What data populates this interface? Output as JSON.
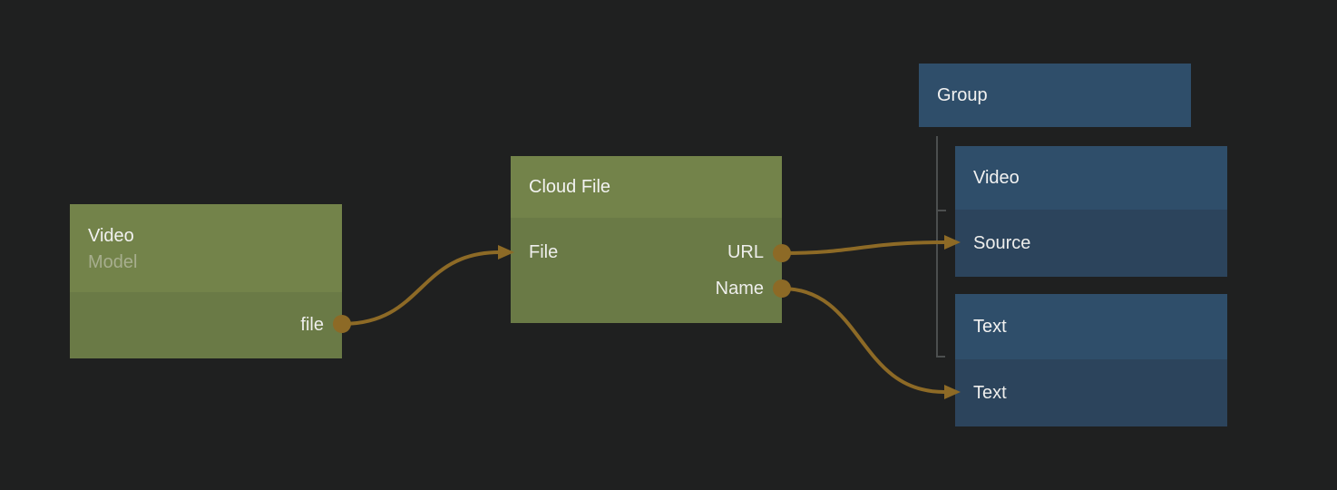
{
  "app": {
    "description": "node graph editor canvas"
  },
  "colors": {
    "background": "#1f2020",
    "green_header": "#73834a",
    "green_body": "#6a7a46",
    "blue_header": "#2f4e6a",
    "blue_body": "#2c445c",
    "wire": "#8d6a26",
    "tree_line": "#4c4f4f",
    "title_text": "#f2f2f1",
    "subtitle_text": "#a7ae8e",
    "port_text": "#eeeeec"
  },
  "nodes": {
    "video_model": {
      "title": "Video",
      "subtitle": "Model",
      "outputs": {
        "file": {
          "label": "file"
        }
      }
    },
    "cloud_file": {
      "title": "Cloud File",
      "inputs": {
        "file": {
          "label": "File"
        }
      },
      "outputs": {
        "url": {
          "label": "URL"
        },
        "name": {
          "label": "Name"
        }
      }
    },
    "group": {
      "title": "Group"
    },
    "video": {
      "title": "Video",
      "inputs": {
        "source": {
          "label": "Source"
        }
      }
    },
    "text": {
      "title": "Text",
      "inputs": {
        "text": {
          "label": "Text"
        }
      }
    }
  },
  "edges": [
    {
      "from": "video_model.outputs.file",
      "to": "cloud_file.inputs.file"
    },
    {
      "from": "cloud_file.outputs.url",
      "to": "video.inputs.source"
    },
    {
      "from": "cloud_file.outputs.name",
      "to": "text.inputs.text"
    }
  ]
}
